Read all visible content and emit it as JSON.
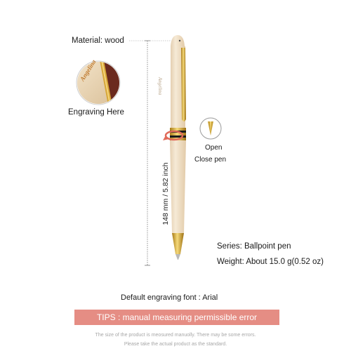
{
  "labels": {
    "material": "Material: wood",
    "engraving_here": "Engraving Here",
    "engraving_sample": "Angelina",
    "open": "Open",
    "close_pen": "Close pen",
    "dimension": "148 mm / 5.82 inch",
    "series": "Series: Ballpoint pen",
    "weight": "Weight: About 15.0 g(0.52 oz)",
    "default_font": "Default engraving font : Arial"
  },
  "tips": {
    "text": "TIPS : manual measuring permissible error",
    "note_line1": "The size of the product is meosured manuolly. There may be some errors.",
    "note_line2": "Please take the actual product as the standard."
  },
  "colors": {
    "wood": "#eedbc0",
    "gold": "#c9a23a",
    "tips_bg": "#e58d84",
    "accent_ring": "#e06b5a"
  }
}
